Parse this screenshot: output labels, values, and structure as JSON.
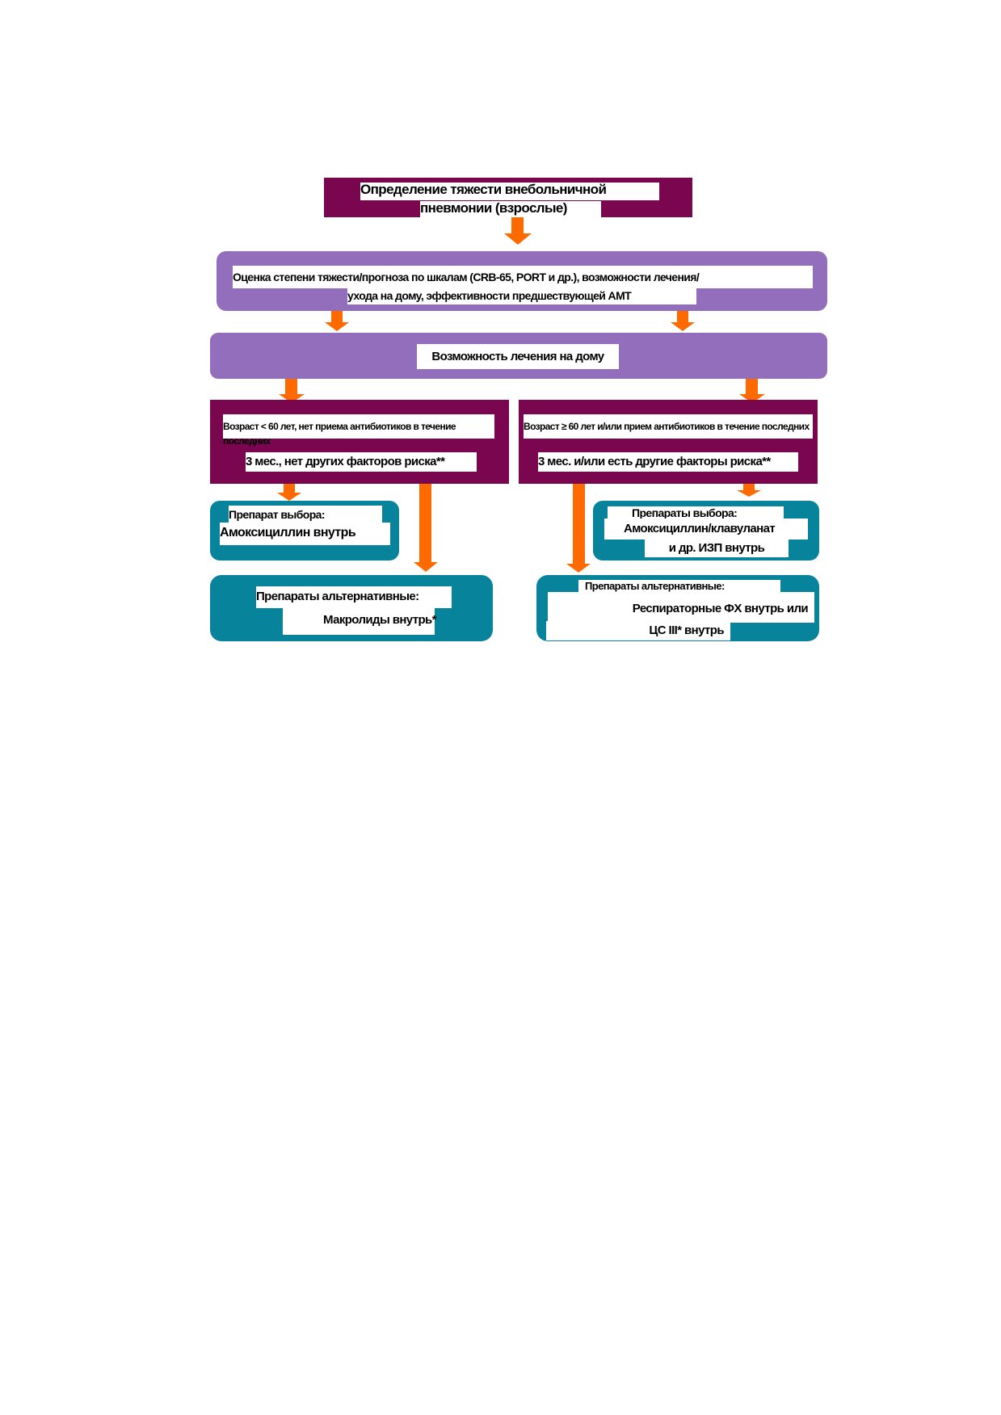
{
  "header": {
    "line1": "Определение тяжести внебольничной",
    "line2": "пневмонии (взрослые)"
  },
  "assess": {
    "line1": "Оценка степени тяжести/прогноза по шкалам (CRB-65, PORT и др.), возможности лечения/",
    "line2": "ухода на дому, эффективности предшествующей АМТ"
  },
  "home": {
    "label": "Возможность лечения на дому"
  },
  "left_condition": {
    "line1": "Возраст < 60 лет, нет приема антибиотиков в течение последних",
    "line2": "3 мес., нет других факторов риска**"
  },
  "right_condition": {
    "line1": "Возраст ≥ 60 лет и/или прием антибиотиков в течение последних",
    "line2": "3 мес. и/или есть другие факторы риска**"
  },
  "left_choice": {
    "line1": "Препарат выбора:",
    "line2": "Амоксициллин внутрь"
  },
  "left_alt": {
    "line1": "Препараты альтернативные:",
    "line2": "Макролиды внутрь*"
  },
  "right_choice": {
    "line1": "Препараты выбора:",
    "line2": "Амоксициллин/клавуланат",
    "line3": "и др. ИЗП внутрь"
  },
  "right_alt": {
    "line1": "Препараты альтернативные:",
    "line2": "Респираторные ФХ внутрь или",
    "line3": "ЦС III* внутрь"
  },
  "colors": {
    "maroon": "#7b0650",
    "violet": "#926ebd",
    "teal": "#07839c",
    "arrow": "#ff6a00"
  }
}
